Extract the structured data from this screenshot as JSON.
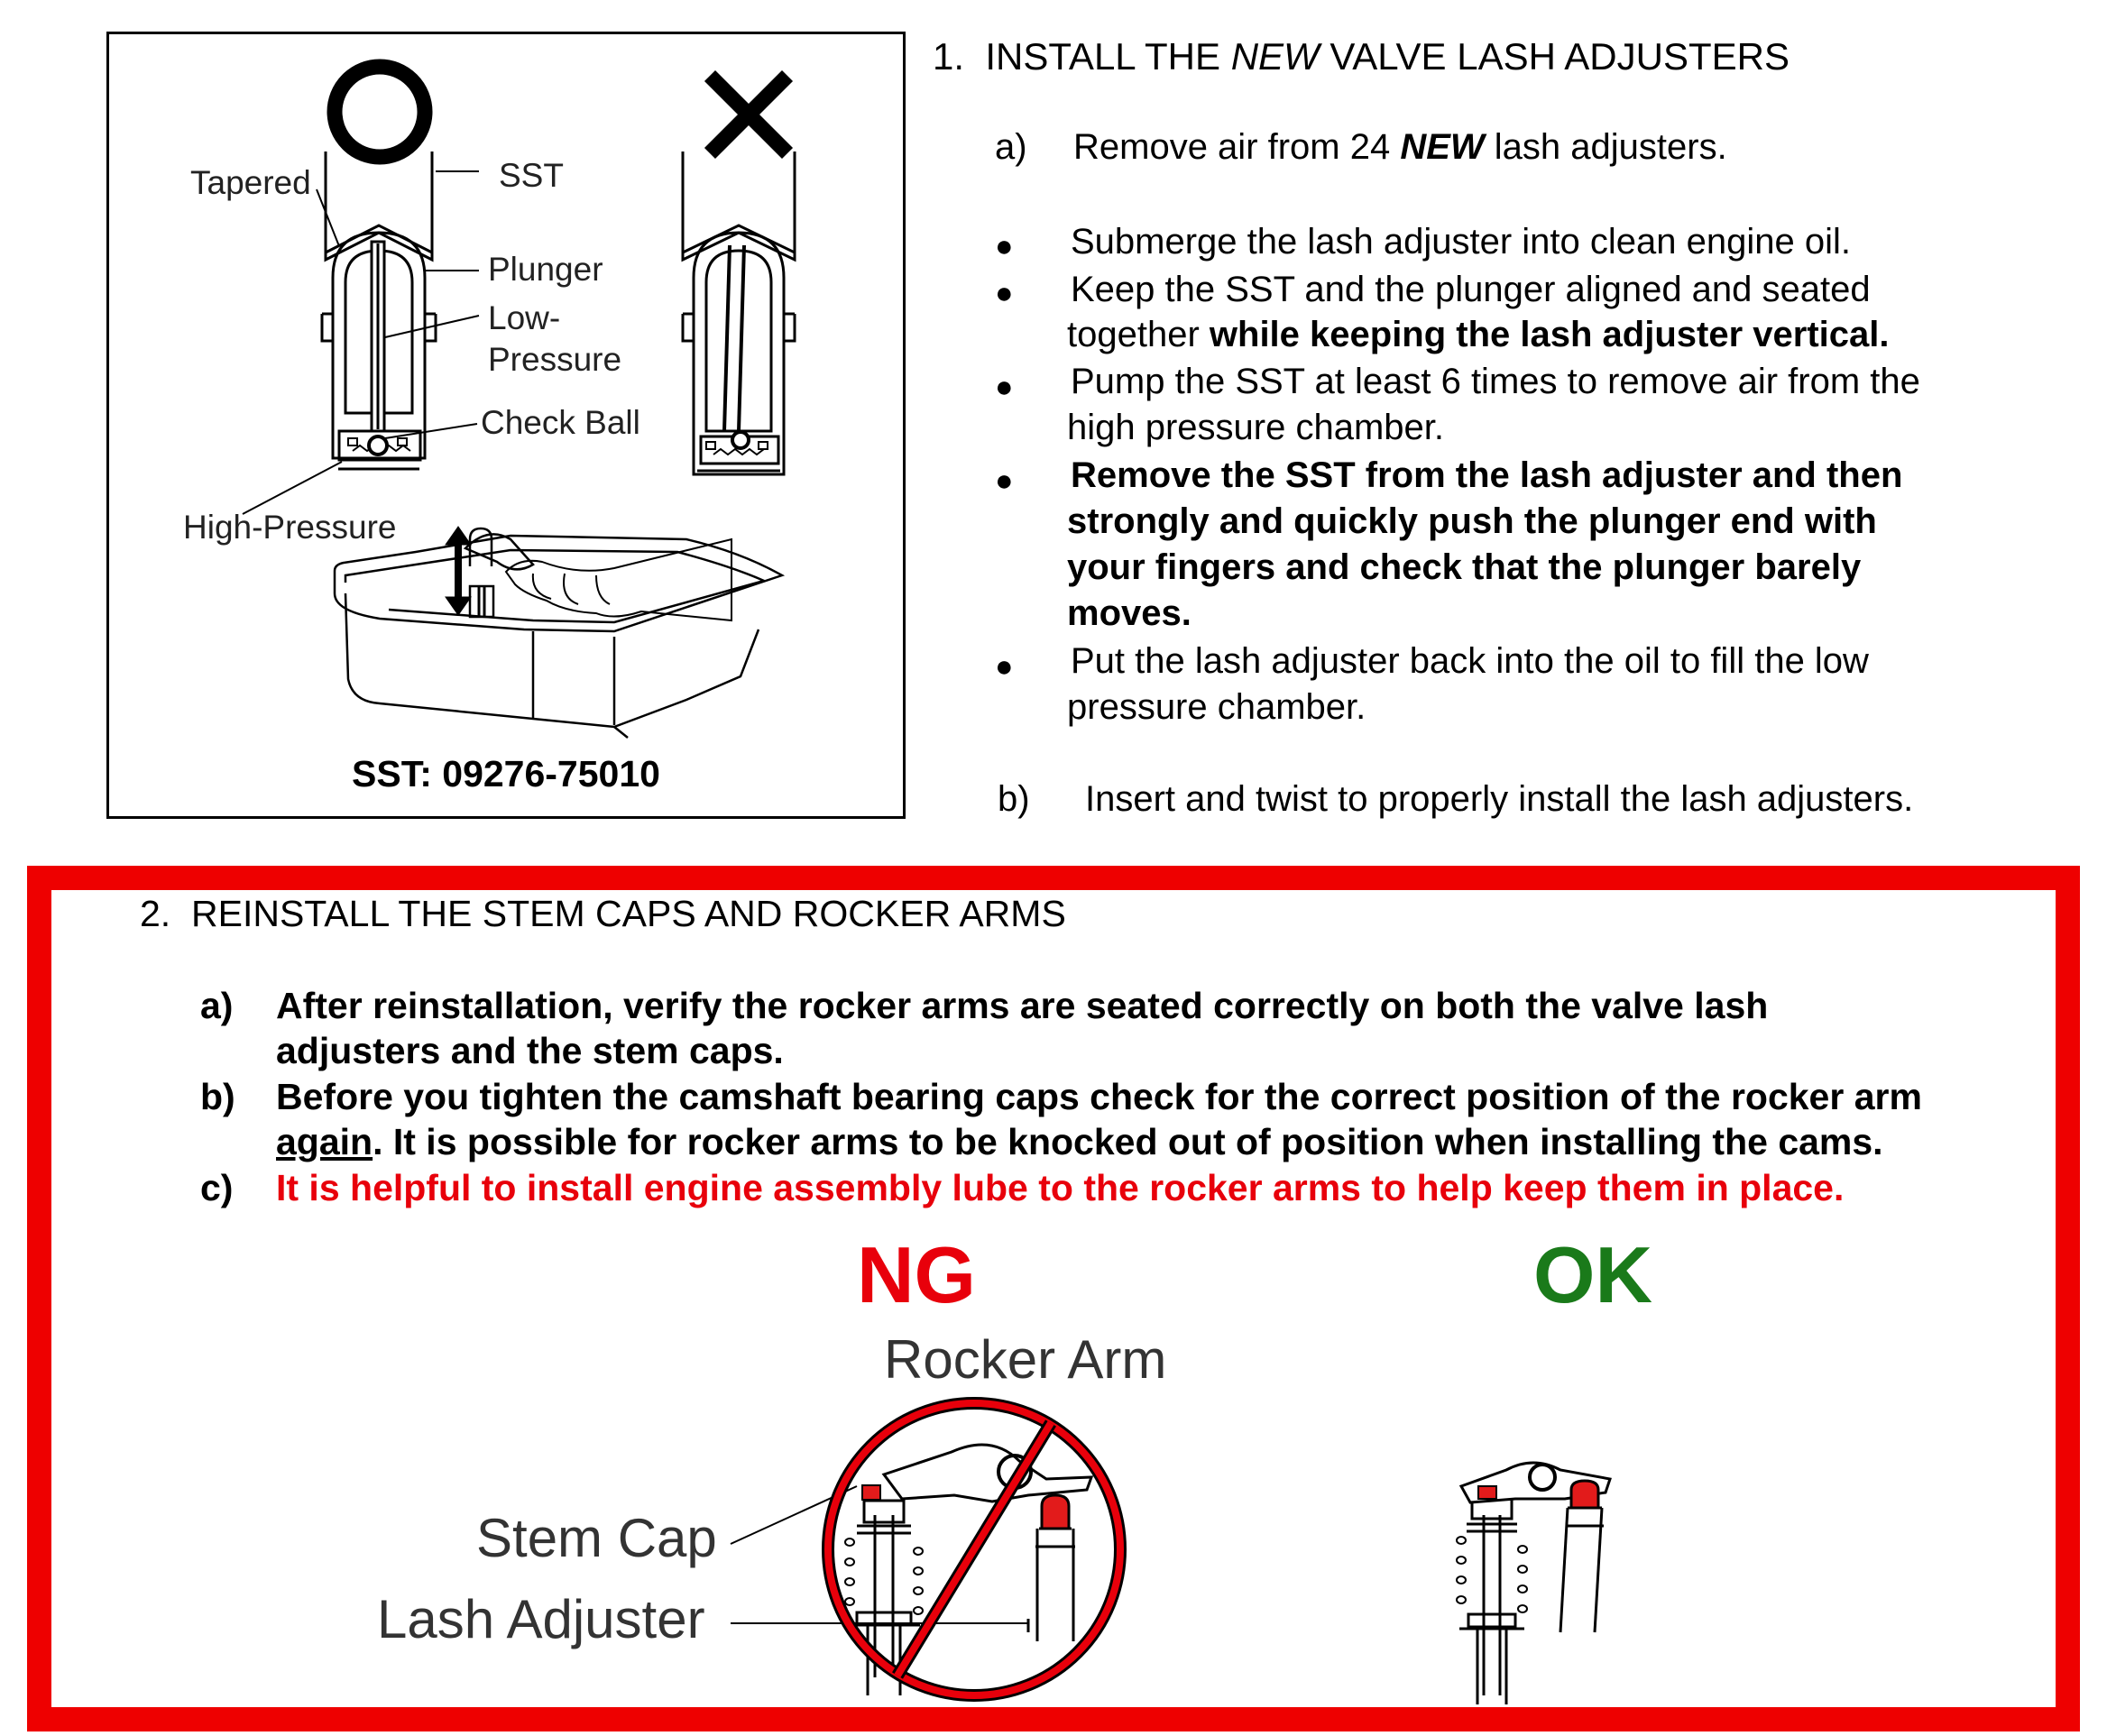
{
  "figure1": {
    "ok_mark": "O",
    "ng_mark": "X",
    "labels": {
      "tapered": "Tapered",
      "sst": "SST",
      "plunger": "Plunger",
      "low_pressure_1": "Low-",
      "low_pressure_2": "Pressure",
      "check_ball": "Check Ball",
      "high_pressure": "High-Pressure"
    },
    "caption": "SST: 09276-75010"
  },
  "section1": {
    "number": "1.",
    "title_pre": "INSTALL THE ",
    "title_em": "NEW",
    "title_post": " VALVE LASH ADJUSTERS",
    "step_a": {
      "marker": "a)",
      "pre": "Remove air from 24 ",
      "em": "NEW",
      "post": " lash adjusters."
    },
    "bullets": [
      {
        "lines": [
          "Submerge the lash adjuster into clean engine oil."
        ]
      },
      {
        "line1": "Keep the SST and the plunger aligned and seated",
        "line2_pre": "together ",
        "line2_bold": "while keeping the lash adjuster vertical."
      },
      {
        "lines": [
          "Pump the SST at least 6 times to remove air from the",
          "high pressure chamber."
        ]
      },
      {
        "lines": [
          "Remove the SST from the lash adjuster and then",
          "strongly and quickly push the plunger end with",
          "your fingers and check that the plunger barely",
          "moves."
        ]
      },
      {
        "lines": [
          "Put the lash adjuster back into the oil to fill the low",
          "pressure chamber."
        ]
      }
    ],
    "step_b": {
      "marker": "b)",
      "text": "Insert and twist to properly install the lash adjusters."
    }
  },
  "section2": {
    "number": "2.",
    "title": "REINSTALL THE STEM CAPS AND ROCKER ARMS",
    "items": [
      {
        "marker": "a)",
        "line1": "After reinstallation, verify the rocker arms are seated correctly on both the valve lash",
        "line2": "adjusters and the stem caps."
      },
      {
        "marker": "b)",
        "line1": "Before you tighten the camshaft bearing caps check for the correct position of the rocker arm",
        "line2_u": "again",
        "line2_rest": ".  It is possible for rocker arms to be knocked out of position when installing the cams."
      },
      {
        "marker": "c)",
        "line1": "It is helpful to install engine assembly lube to the rocker arms to help keep them in place."
      }
    ],
    "ng_label": "NG",
    "ok_label": "OK",
    "figure_labels": {
      "rocker_arm": "Rocker Arm",
      "stem_cap": "Stem Cap",
      "lash_adjuster": "Lash Adjuster"
    }
  },
  "colors": {
    "box_red": "#ee0000",
    "text_red": "#e8000b",
    "ok_green": "#1a7a1a",
    "cap_red": "#e21b1b"
  }
}
